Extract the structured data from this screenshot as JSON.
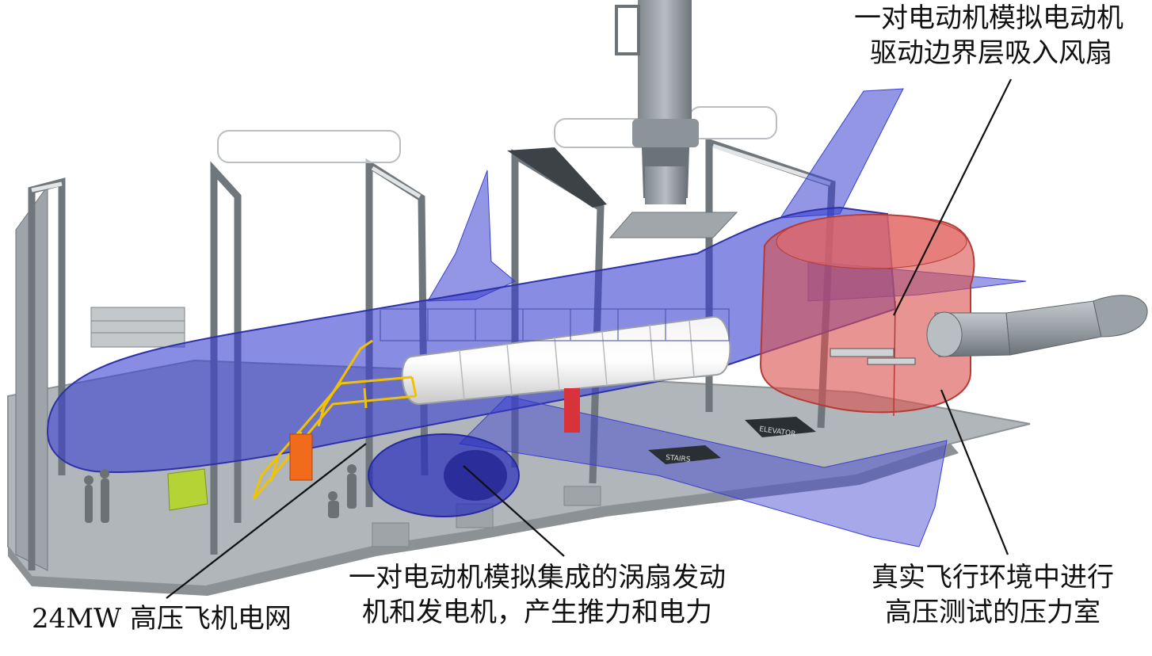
{
  "callouts": {
    "motors_fans": {
      "line1": "一对电动机模拟电动机",
      "line2": "驱动边界层吸入风扇"
    },
    "grid": {
      "text": "24MW 高压飞机电网"
    },
    "turbofan": {
      "line1": "一对电动机模拟集成的涡扇发动",
      "line2": "机和发电机，产生推力和电力"
    },
    "chamber": {
      "line1": "真实飞行环境中进行",
      "line2": "高压测试的压力室"
    }
  },
  "floor_labels": {
    "elevator": "ELEVATOR",
    "stairs": "STAIRS"
  },
  "colors": {
    "aircraft": "#3a3fd0",
    "pressure_chamber": "#d9534f",
    "frame": "#8a9299",
    "floor": "#a9aeb2",
    "stairs": "#f2c200",
    "panel_orange": "#f26a1b",
    "panel_green": "#b5d334"
  }
}
